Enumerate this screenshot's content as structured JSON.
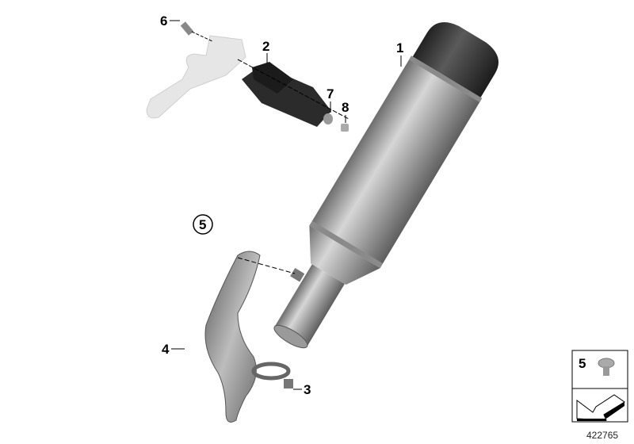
{
  "diagram": {
    "parts": [
      {
        "number": "1",
        "part": "muffler"
      },
      {
        "number": "2",
        "part": "rubber-mount"
      },
      {
        "number": "3",
        "part": "clamp"
      },
      {
        "number": "4",
        "part": "heat-shield"
      },
      {
        "number": "5",
        "part": "screw",
        "circled": true
      },
      {
        "number": "6",
        "part": "bolt"
      },
      {
        "number": "7",
        "part": "washer"
      },
      {
        "number": "8",
        "part": "nut"
      }
    ],
    "legend": {
      "number": "5",
      "icon": "screw-icon",
      "arrow_icon": "arrow-down-left-icon"
    },
    "reference_number": "422765"
  }
}
